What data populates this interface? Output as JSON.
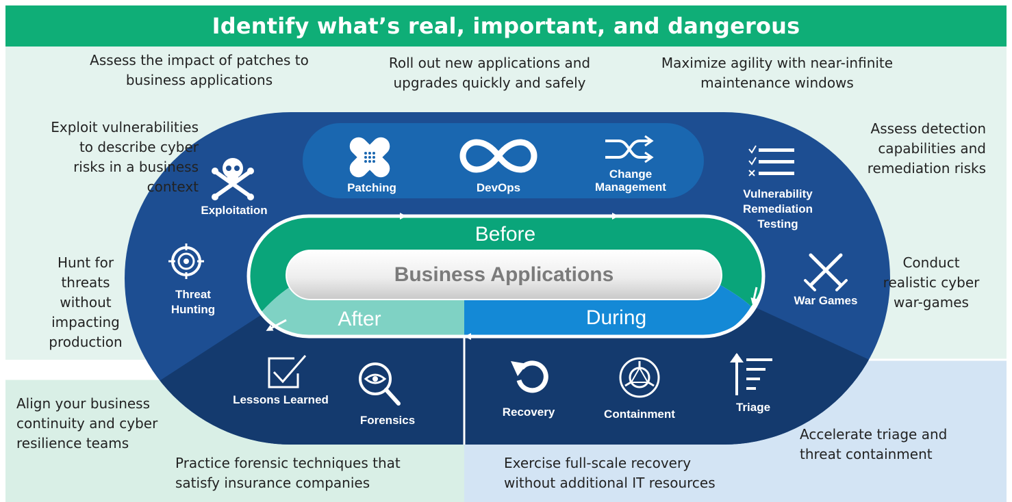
{
  "banner": {
    "title": "Identify what’s real, important, and dangerous"
  },
  "colors": {
    "banner_green": "#0fae77",
    "navy": "#1d4e92",
    "dark_navy": "#143a6e",
    "top_pill_blue": "#1a67b0",
    "before_green": "#0aa57a",
    "during_blue": "#1489d6",
    "after_teal": "#7fd2c4",
    "bg_mint": "#e4f3ee",
    "bg_light_blue": "#d3e4f4"
  },
  "center": {
    "title": "Business Applications"
  },
  "phases": {
    "before": "Before",
    "during": "During",
    "after": "After"
  },
  "items": {
    "patching": "Patching",
    "devops": "DevOps",
    "change_management": [
      "Change",
      "Management"
    ],
    "exploitation": "Exploitation",
    "vulnerability_remediation_testing": [
      "Vulnerability",
      "Remediation",
      "Testing"
    ],
    "threat_hunting": [
      "Threat",
      "Hunting"
    ],
    "war_games": "War Games",
    "lessons_learned": "Lessons Learned",
    "forensics": "Forensics",
    "recovery": "Recovery",
    "containment": "Containment",
    "triage": "Triage"
  },
  "icons": {
    "patching": "bandage-icon",
    "devops": "infinity-loop-icon",
    "change_management": "crossing-arrows-icon",
    "exploitation": "skull-crossbones-icon",
    "vulnerability_remediation_testing": "checklist-icon",
    "threat_hunting": "crosshair-target-icon",
    "war_games": "crossed-swords-icon",
    "lessons_learned": "checkbox-icon",
    "forensics": "magnifier-eye-icon",
    "recovery": "undo-arrow-icon",
    "containment": "containment-symbol-icon",
    "triage": "sort-arrow-icon"
  },
  "captions": {
    "patches": [
      "Assess the impact of patches to",
      "business applications"
    ],
    "rollout": [
      "Roll out new applications and",
      "upgrades quickly and safely"
    ],
    "agility": [
      "Maximize agility with near-infinite",
      "maintenance windows"
    ],
    "exploit": [
      "Exploit vulnerabilities",
      "to describe cyber",
      "risks in a business",
      "context"
    ],
    "detection": [
      "Assess detection",
      "capabilities and",
      "remediation risks"
    ],
    "hunt": [
      "Hunt for",
      "threats",
      "without",
      "impacting",
      "production"
    ],
    "wargames": [
      "Conduct",
      "realistic cyber",
      "war-games"
    ],
    "align": [
      "Align your business",
      "continuity and cyber",
      "resilience teams"
    ],
    "forensic": [
      "Practice forensic techniques that",
      "satisfy insurance companies"
    ],
    "recovery": [
      "Exercise full-scale recovery",
      "without additional IT resources"
    ],
    "triage": [
      "Accelerate triage and",
      "threat containment"
    ]
  }
}
